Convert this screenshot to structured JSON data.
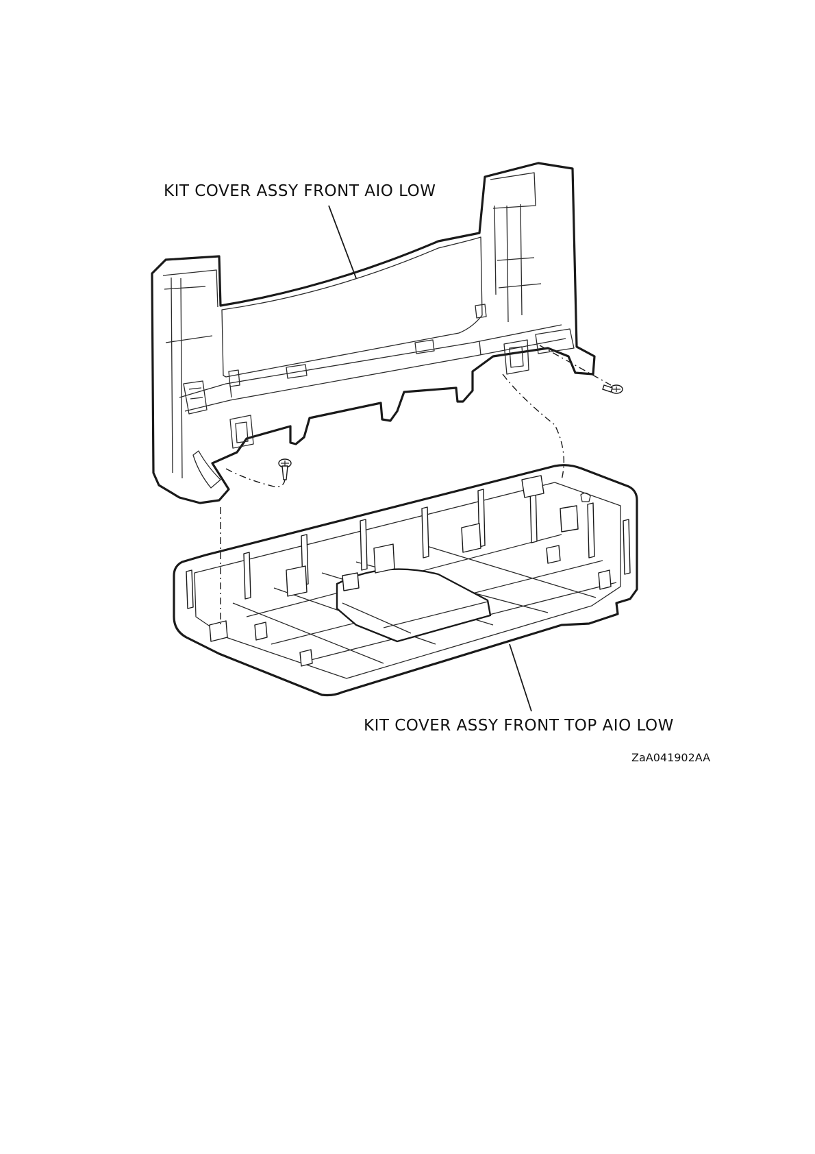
{
  "callouts": {
    "top_part": "KIT COVER ASSY FRONT AIO LOW",
    "bottom_part": "KIT COVER ASSY FRONT TOP AIO LOW"
  },
  "figure_id": "ZaA041902AA",
  "icons": [
    "screw-icon",
    "screw-icon"
  ]
}
